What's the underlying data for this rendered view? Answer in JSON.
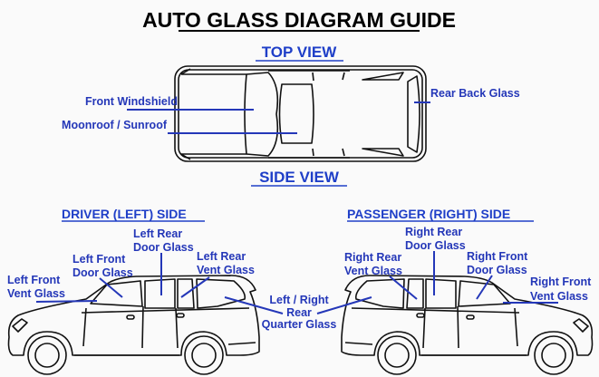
{
  "title": "AUTO GLASS DIAGRAM GUIDE",
  "top_view": {
    "heading": "TOP VIEW",
    "labels": {
      "front_windshield": "Front Windshield",
      "moonroof": "Moonroof / Sunroof",
      "rear_back_glass": "Rear Back Glass"
    }
  },
  "side_view": {
    "heading": "SIDE VIEW",
    "driver": {
      "heading": "DRIVER (LEFT) SIDE",
      "front_vent": [
        "Left Front",
        "Vent Glass"
      ],
      "front_door": [
        "Left Front",
        "Door Glass"
      ],
      "rear_door": [
        "Left Rear",
        "Door Glass"
      ],
      "rear_vent": [
        "Left Rear",
        "Vent Glass"
      ]
    },
    "quarter": [
      "Left / Right",
      "Rear",
      "Quarter Glass"
    ],
    "passenger": {
      "heading": "PASSENGER (RIGHT) SIDE",
      "rear_vent": [
        "Right Rear",
        "Vent Glass"
      ],
      "rear_door": [
        "Right Rear",
        "Door Glass"
      ],
      "front_door": [
        "Right Front",
        "Door Glass"
      ],
      "front_vent": [
        "Right Front",
        "Vent Glass"
      ]
    }
  },
  "colors": {
    "label": "#2437b8",
    "heading": "#1f3fc8",
    "title": "#000000"
  }
}
